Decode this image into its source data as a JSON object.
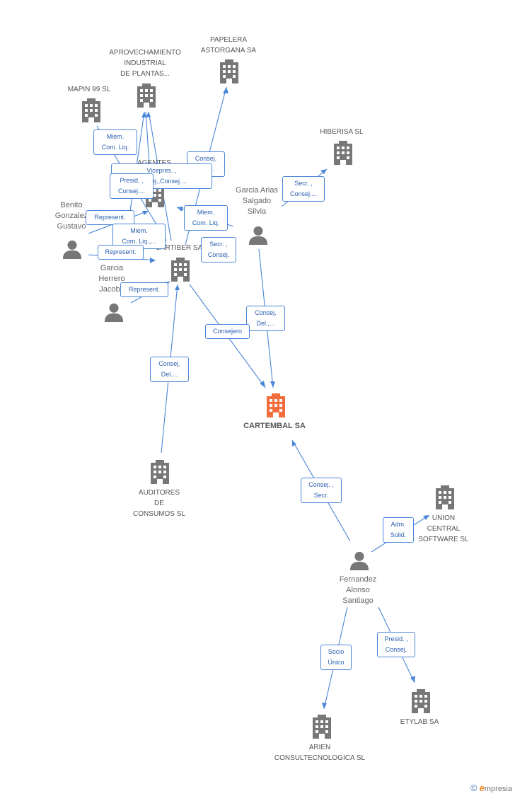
{
  "colors": {
    "edge": "#4a86d8",
    "building": "#777777",
    "focus_building": "#f26d3c",
    "person": "#777777"
  },
  "nodes": {
    "papelera": {
      "label": "PAPELERA\nASTORGANA SA",
      "type": "company"
    },
    "aprovechamiento": {
      "label": "APROVECHAMIENTO\nINDUSTRIAL\nDE PLANTAS...",
      "type": "company"
    },
    "mapin": {
      "label": "MAPIN 99 SL",
      "type": "company"
    },
    "hiberisa": {
      "label": "HIBERISA SL",
      "type": "company"
    },
    "agentes": {
      "label": "AGENTES",
      "type": "company"
    },
    "cartiber": {
      "label": "CARTIBER SA",
      "type": "company"
    },
    "cartembal": {
      "label": "CARTEMBAL SA",
      "type": "focus"
    },
    "auditores": {
      "label": "AUDITORES\nDE\nCONSUMOS SL",
      "type": "company"
    },
    "union": {
      "label": "UNION\nCENTRAL\nSOFTWARE SL",
      "type": "company"
    },
    "arien": {
      "label": "ARIEN\nCONSULTECNOLOGICA SL",
      "type": "company"
    },
    "etylab": {
      "label": "ETYLAB SA",
      "type": "company"
    },
    "benito": {
      "label": "Benito\nGonzalez\nGustavo",
      "type": "person"
    },
    "garcia_herrero": {
      "label": "Garcia\nHerrero\nJacobo",
      "type": "person"
    },
    "garcia_arias": {
      "label": "Garcia Arias\nSalgado\nSilvia",
      "type": "person"
    },
    "fernandez": {
      "label": "Fernandez\nAlonso\nSantiago",
      "type": "person"
    }
  },
  "edge_labels": {
    "miem_mapin": "Miem.\nCom. Liq.",
    "consej_papelera": "Consej.\nDel....",
    "vicepres": "Vicepres. ,\nConsej.,Consej....",
    "presid_agentes": "Presid. ,\nConsej....",
    "represent_benito1": "Represent.",
    "miem_benito": "Miem.\nCom. Liq.,...",
    "represent_benito2": "Represent.",
    "represent_garcia": "Represent.",
    "miem_silvia": "Miem.\nCom. Liq.",
    "secr_silvia_cartiber": "Secr. ,\nConsej.",
    "secr_hiberisa": "Secr. ,\nConsej....",
    "consej_silvia_cartembal": "Consej.\nDel.,...",
    "consejero_cartiber": "Consejero",
    "consej_auditores": "Consej.\nDel....",
    "consej_fernandez": "Consej. ,\nSecr.",
    "adm_union": "Adm.\nSolid.",
    "socio_arien": "Socio\nÚnico",
    "presid_etylab": "Presid. ,\nConsej."
  },
  "credit": {
    "copyright": "©",
    "brand_e": "e",
    "brand_rest": "mpresia"
  }
}
